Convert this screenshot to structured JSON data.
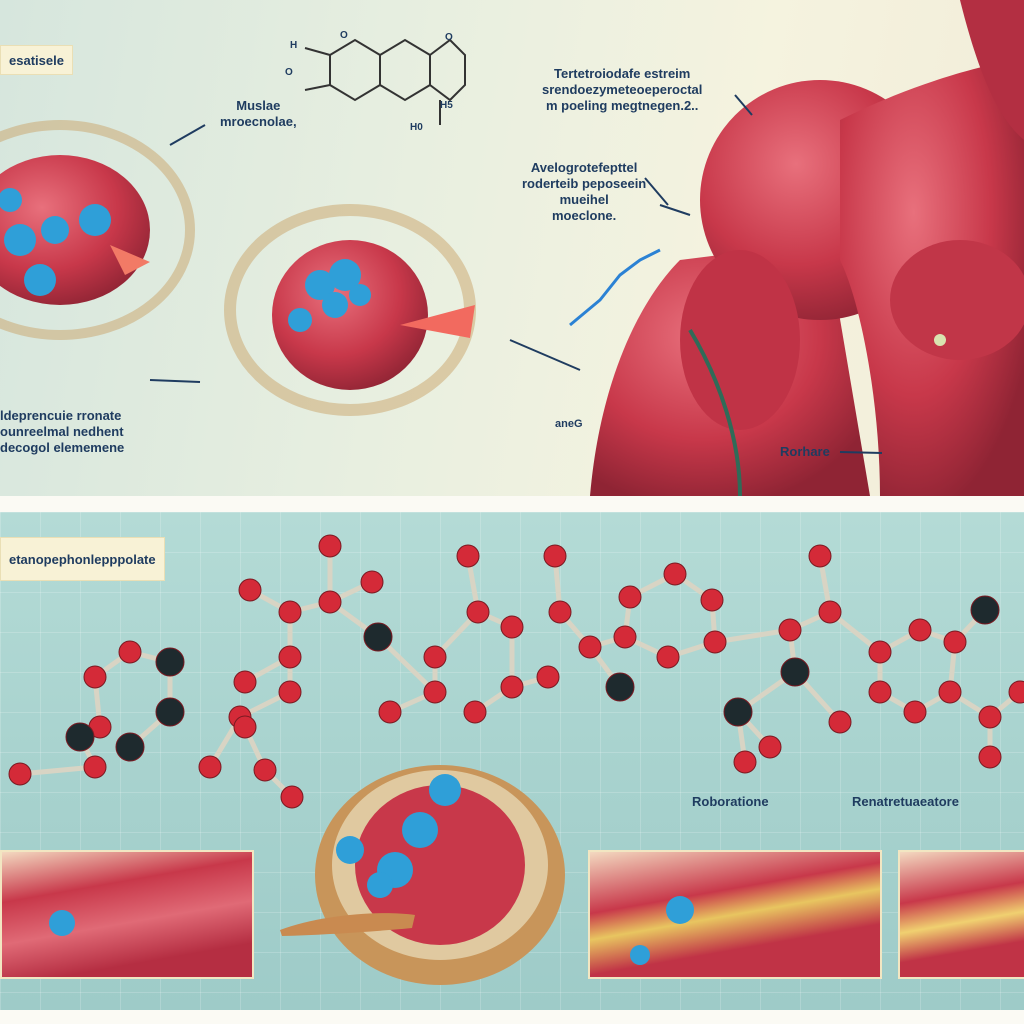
{
  "top_panel": {
    "corner_tag": "esatisele",
    "muscle_label": [
      "Muslae",
      "mroecnolae,"
    ],
    "right_block_1": [
      "Tertetroiodafe estreim",
      "srendoezymeteoeperoctal",
      "m poeling megtnegen.2.."
    ],
    "right_block_2": [
      "Avelogrotefepttel",
      "roderteib peposeein",
      "mueihel",
      "moeclone."
    ],
    "left_block": [
      "ldeprencuie rronate",
      "ounreelmal nedhent",
      "decogol elememene"
    ],
    "small_label": "aneG",
    "arrow_label": "Rorhare",
    "chem_labels": [
      "H",
      "O",
      "O",
      "O",
      "H5",
      "H0"
    ]
  },
  "bottom_panel": {
    "corner_tag": "etanopephonlepppolate",
    "label_1": "Roboratione",
    "label_2": "Renatretuaeatore"
  },
  "colors": {
    "muscle": "#c8384a",
    "protein": "#2f9fd8",
    "atom_red": "#d42a38",
    "atom_dark": "#1e2a2e",
    "bottom_bg": "#a6d1cd"
  }
}
